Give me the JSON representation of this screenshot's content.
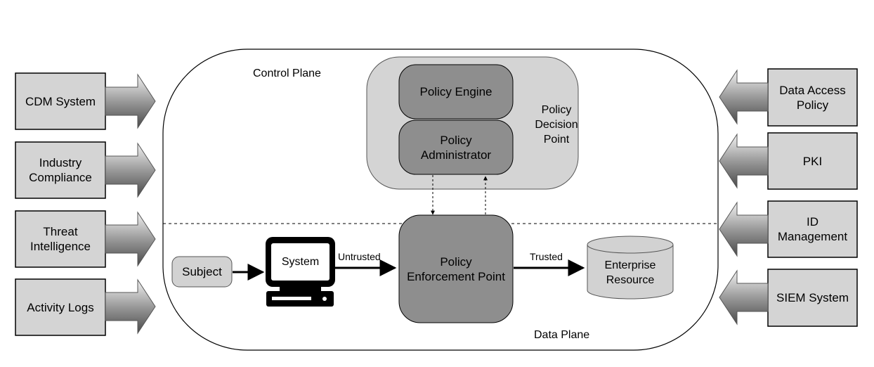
{
  "control_plane_label": "Control Plane",
  "data_plane_label": "Data Plane",
  "pdp_label": "Policy\nDecision\nPoint",
  "policy_engine": "Policy Engine",
  "policy_administrator": "Policy\nAdministrator",
  "pep": "Policy\nEnforcement Point",
  "subject": "Subject",
  "system": "System",
  "untrusted": "Untrusted",
  "trusted": "Trusted",
  "enterprise_resource": "Enterprise\nResource",
  "left_inputs": [
    {
      "label": "CDM System"
    },
    {
      "label": "Industry\nCompliance"
    },
    {
      "label": "Threat\nIntelligence"
    },
    {
      "label": "Activity Logs"
    }
  ],
  "right_inputs": [
    {
      "label": "Data Access\nPolicy"
    },
    {
      "label": "PKI"
    },
    {
      "label": "ID\nManagement"
    },
    {
      "label": "SIEM System"
    }
  ]
}
